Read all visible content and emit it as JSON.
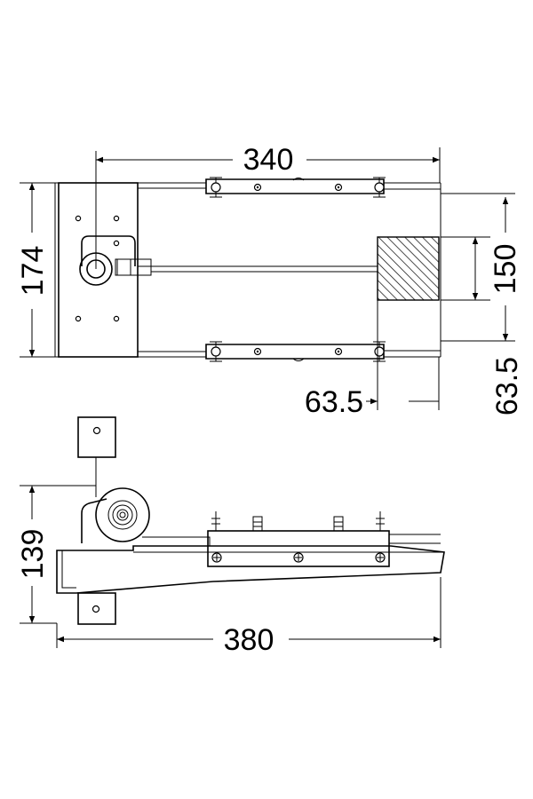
{
  "dimensions": {
    "top_width": "340",
    "top_height": "174",
    "block_height": "150",
    "offset_horizontal": "63.5",
    "offset_vertical": "63.5",
    "side_height": "139",
    "side_length": "380"
  }
}
